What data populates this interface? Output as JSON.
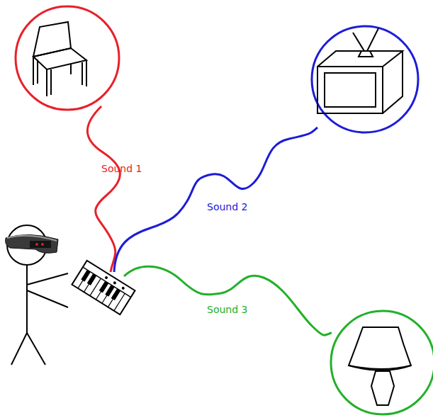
{
  "diagram": {
    "labels": [
      "Sound 1",
      "Sound 2",
      "Sound 3"
    ]
  }
}
